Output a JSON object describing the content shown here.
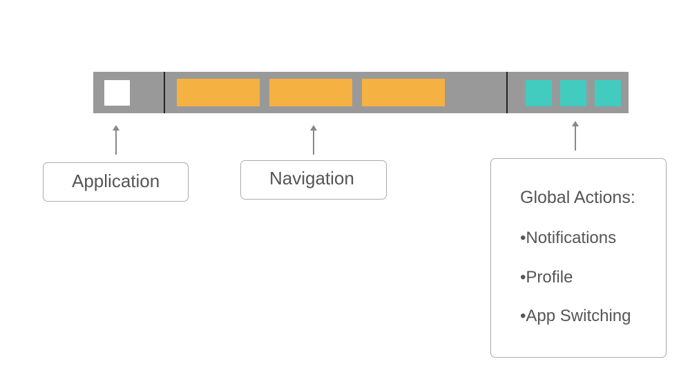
{
  "bar": {
    "nav_block_color": "#f5b142",
    "action_color": "#42cbbf",
    "bar_color": "#999999"
  },
  "labels": {
    "application": "Application",
    "navigation": "Navigation"
  },
  "global_actions": {
    "title": "Global Actions:",
    "items": [
      "•Notifications",
      "•Profile",
      "•App Switching"
    ]
  }
}
